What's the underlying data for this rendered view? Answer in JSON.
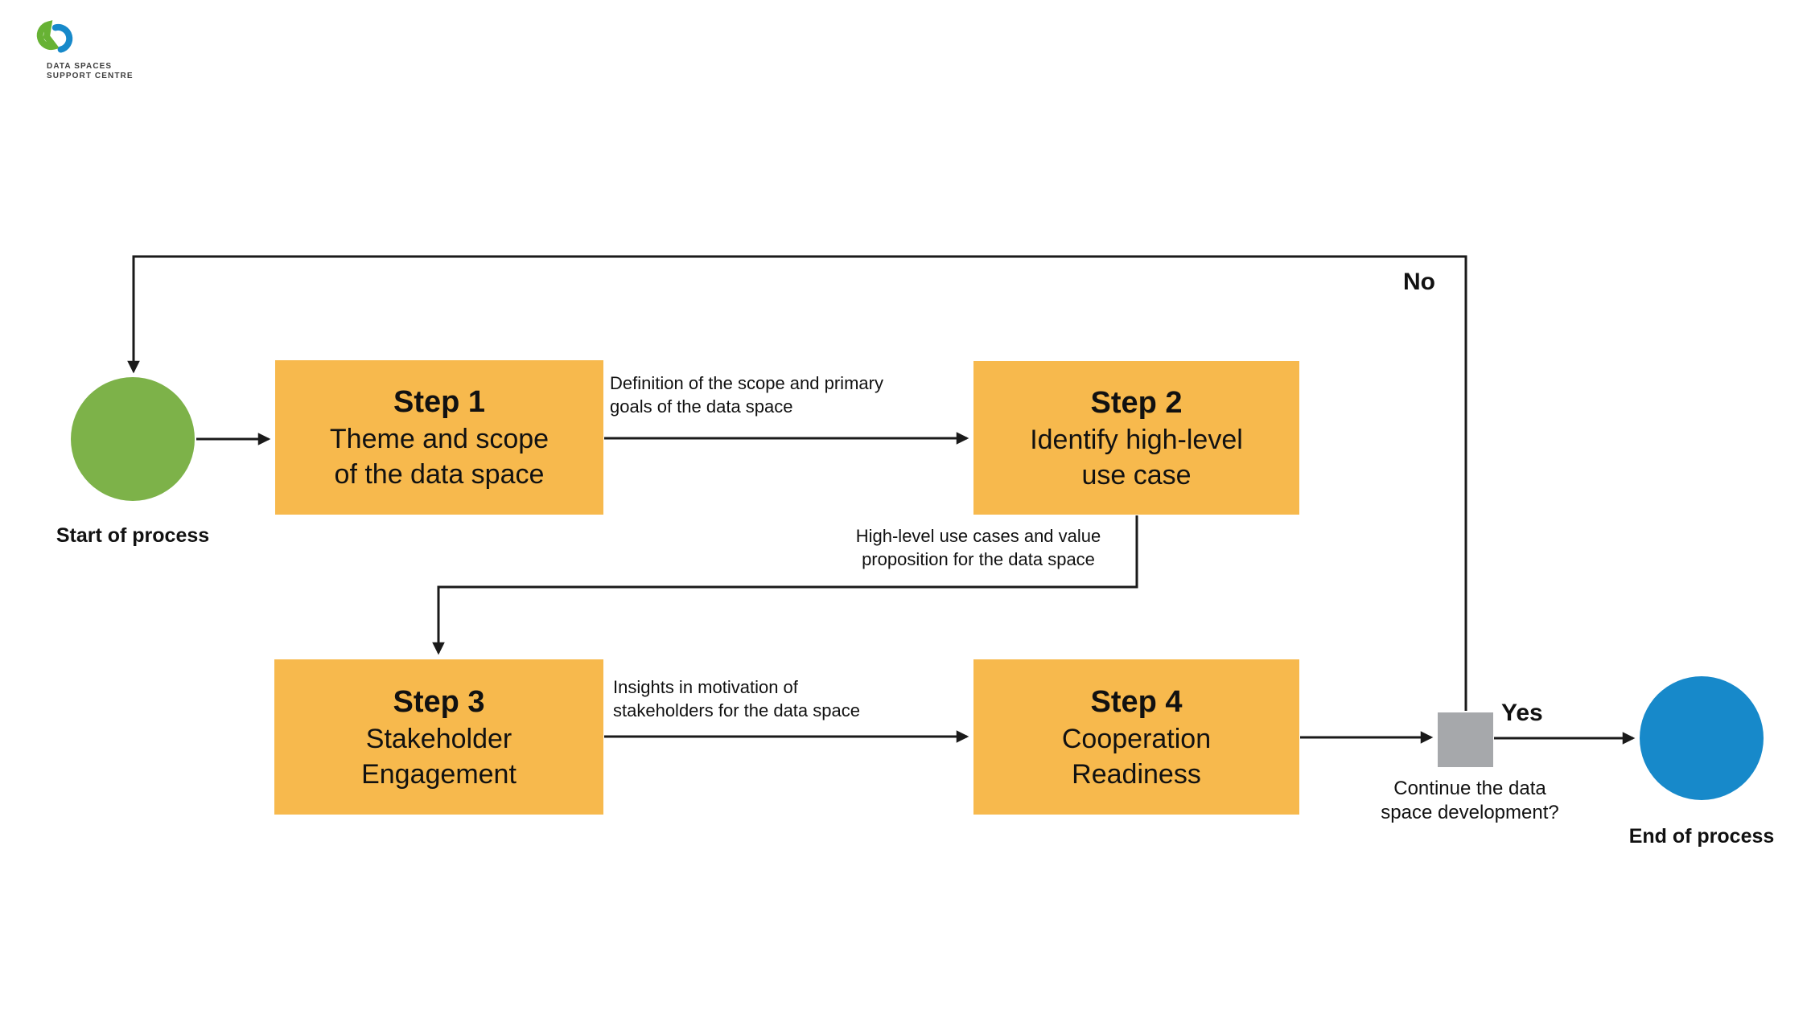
{
  "logo": {
    "line1": "DATA SPACES",
    "line2": "SUPPORT CENTRE"
  },
  "colors": {
    "step_fill": "#F7B94D",
    "start_fill": "#7DB249",
    "end_fill": "#1789CA",
    "decision_fill": "#A6A8AB",
    "line": "#1a1a1a"
  },
  "diagram": {
    "start": {
      "label": "Start of process"
    },
    "end": {
      "label": "End of process"
    },
    "steps": [
      {
        "title": "Step 1",
        "body": "Theme and scope\nof the data space"
      },
      {
        "title": "Step 2",
        "body": "Identify high-level\nuse case"
      },
      {
        "title": "Step 3",
        "body": "Stakeholder\nEngagement"
      },
      {
        "title": "Step 4",
        "body": "Cooperation\nReadiness"
      }
    ],
    "edge_labels": {
      "step1_step2": "Definition of the scope and primary\ngoals of the data space",
      "step2_step3": "High-level use cases and value\nproposition for the data space",
      "step3_step4": "Insights in motivation of\nstakeholders for the data space"
    },
    "decision": {
      "question": "Continue the data\nspace development?",
      "yes_label": "Yes",
      "no_label": "No"
    }
  }
}
